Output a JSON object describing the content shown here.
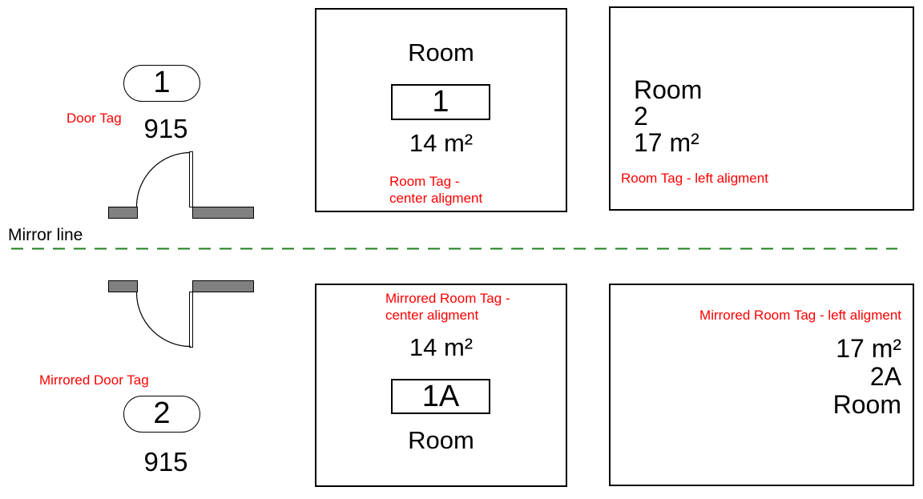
{
  "diagram": {
    "mirror_line_label": "Mirror line",
    "door_tag": {
      "label": "Door Tag",
      "number": "1",
      "dimension": "915"
    },
    "mirrored_door_tag": {
      "label": "Mirrored Door Tag",
      "number": "2",
      "dimension": "915"
    },
    "room_center_aligned": {
      "name": "Room",
      "number": "1",
      "area": "14 m²",
      "note_line1": "Room Tag -",
      "note_line2": "center aligment"
    },
    "room_left_aligned": {
      "name": "Room",
      "number": "2",
      "area": "17 m²",
      "note": "Room Tag - left aligment"
    },
    "mirrored_room_center_aligned": {
      "note_line1": "Mirrored Room Tag -",
      "note_line2": "center aligment",
      "area": "14 m²",
      "number": "1A",
      "name": "Room"
    },
    "mirrored_room_left_aligned": {
      "note": "Mirrored Room Tag - left aligment",
      "area": "17 m²",
      "number": "2A",
      "name": "Room"
    },
    "colors": {
      "annotation": "#ff0000",
      "mirror_line": "#1e7e1e",
      "wall_fill": "#808080"
    }
  }
}
